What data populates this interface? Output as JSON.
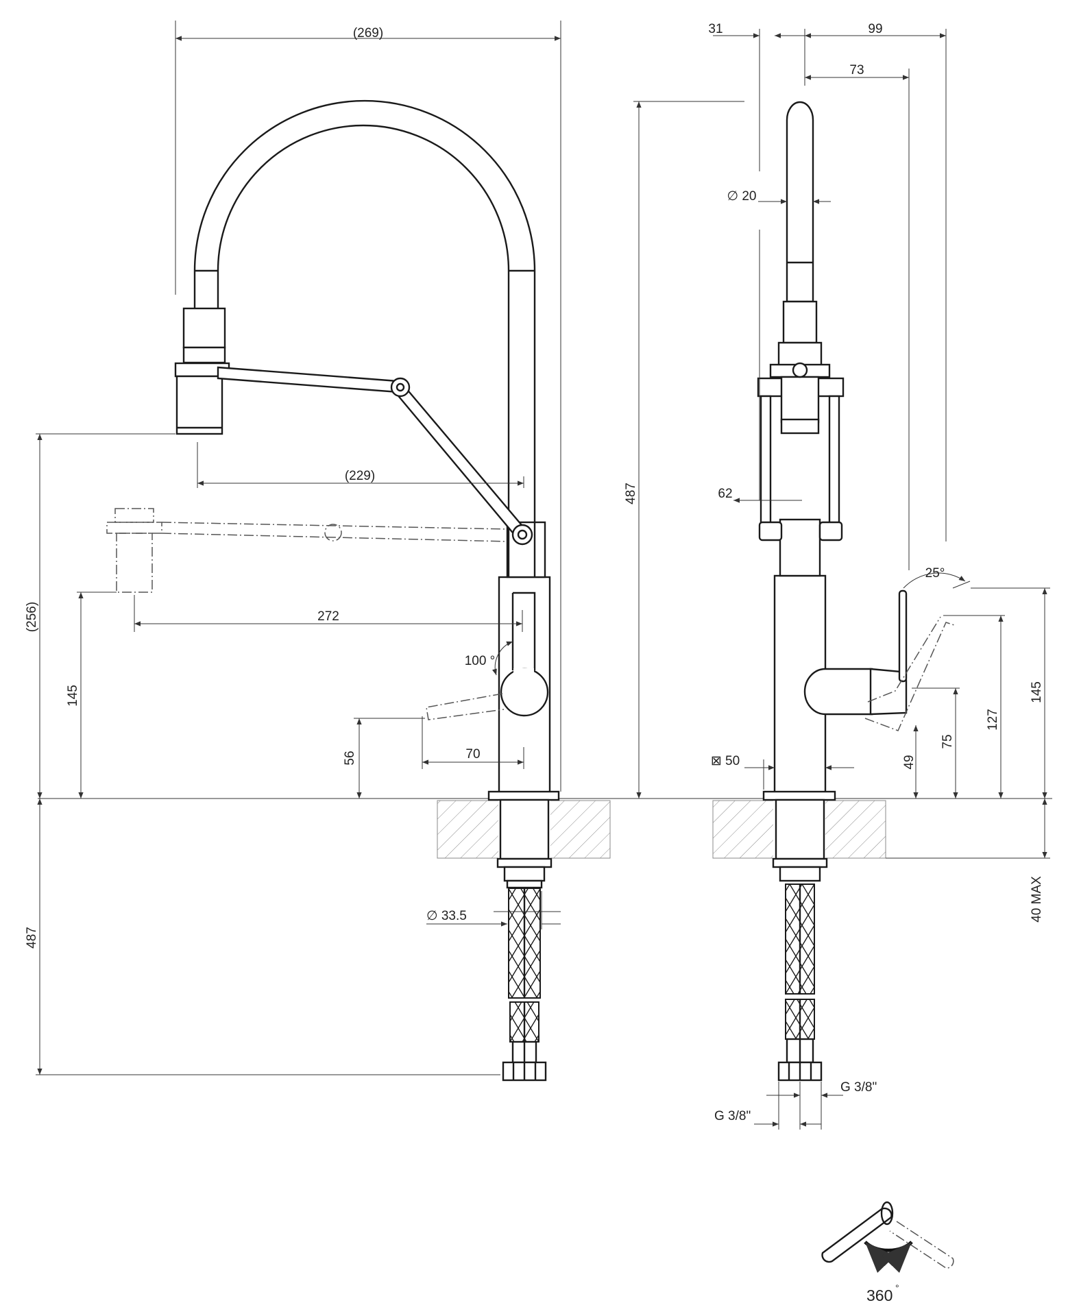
{
  "front_view": {
    "overall_width": "(269)",
    "spout_reach": "(229)",
    "extended_reach": "272",
    "outlet_height": "(256)",
    "extended_outlet_height": "145",
    "handle_height": "56",
    "handle_length": "70",
    "handle_angle": "100 °",
    "below_deck_length": "487",
    "deck_hole_diameter": "∅ 33.5"
  },
  "side_view": {
    "dim_31": "31",
    "dim_99": "99",
    "dim_73": "73",
    "overall_height": "487",
    "spout_diameter": "∅ 20",
    "dim_62": "62",
    "handle_angle": "25°",
    "body_size": "⊠ 50",
    "dim_49": "49",
    "dim_75": "75",
    "dim_127": "127",
    "dim_145": "145",
    "max_deck_thickness": "40 MAX",
    "hose_thread_left": "G 3/8\"",
    "hose_thread_right": "G 3/8\""
  },
  "rotation": {
    "angle": "360",
    "degree_mark": "°"
  }
}
